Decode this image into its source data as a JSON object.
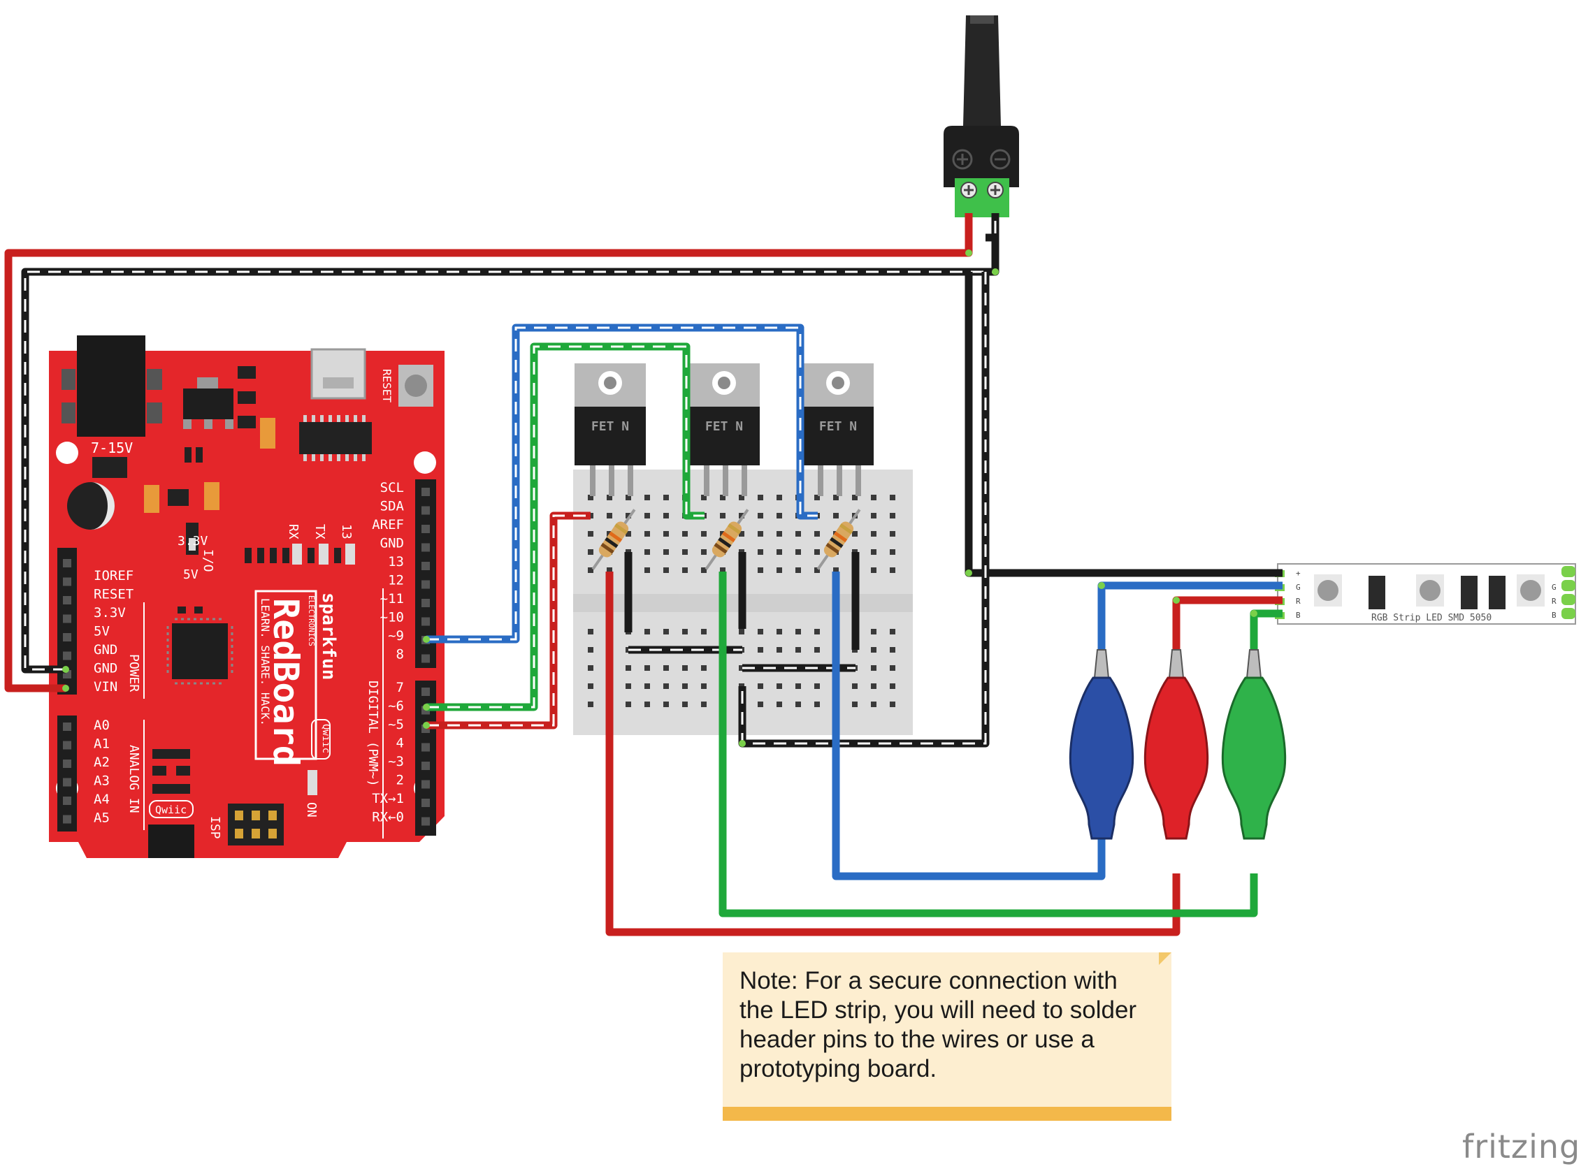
{
  "colors": {
    "wire_red": "#c8201e",
    "wire_black": "#1a1a1a",
    "wire_blue": "#2a6cc4",
    "wire_green": "#1fa83a",
    "board_red": "#e4262a",
    "note_bg": "#fdeed0",
    "note_bar": "#f3b84a"
  },
  "redboard": {
    "voltage_label": "7-15V",
    "reset_label": "RESET",
    "brand": "sparkfun",
    "brand_sub": "ELECTRONICS",
    "board_name": "RedBoard",
    "tagline": "LEARN. SHARE. HACK.",
    "qwiic_label": "Qwiic",
    "io_label": "I/O",
    "io_3v3": "3.3V",
    "io_5v": "5V",
    "leds": [
      "RX",
      "TX",
      "13"
    ],
    "isp_label": "ISP",
    "on_label": "ON",
    "power_label": "POWER",
    "analog_label": "ANALOG IN",
    "digital_label": "DIGITAL (PWM~)",
    "power_pins": [
      "IOREF",
      "RESET",
      "3.3V",
      "5V",
      "GND",
      "GND",
      "VIN"
    ],
    "analog_pins": [
      "A0",
      "A1",
      "A2",
      "A3",
      "A4",
      "A5"
    ],
    "digital_top": [
      "SCL",
      "SDA",
      "AREF",
      "GND",
      "13",
      "12",
      "~11",
      "~10",
      "~9",
      "8"
    ],
    "digital_bottom": [
      "7",
      "~6",
      "~5",
      "4",
      "~3",
      "2",
      "TX→1",
      "RX←0"
    ]
  },
  "transistors": [
    "FET N",
    "FET N",
    "FET N"
  ],
  "led_strip": {
    "label": "RGB Strip LED SMD 5050",
    "pins": [
      "+",
      "G",
      "R",
      "B"
    ]
  },
  "note": {
    "text": "Note: For a secure connection with the LED strip, you will need to solder header pins to the wires or use a prototyping board."
  },
  "watermark": "fritzing"
}
